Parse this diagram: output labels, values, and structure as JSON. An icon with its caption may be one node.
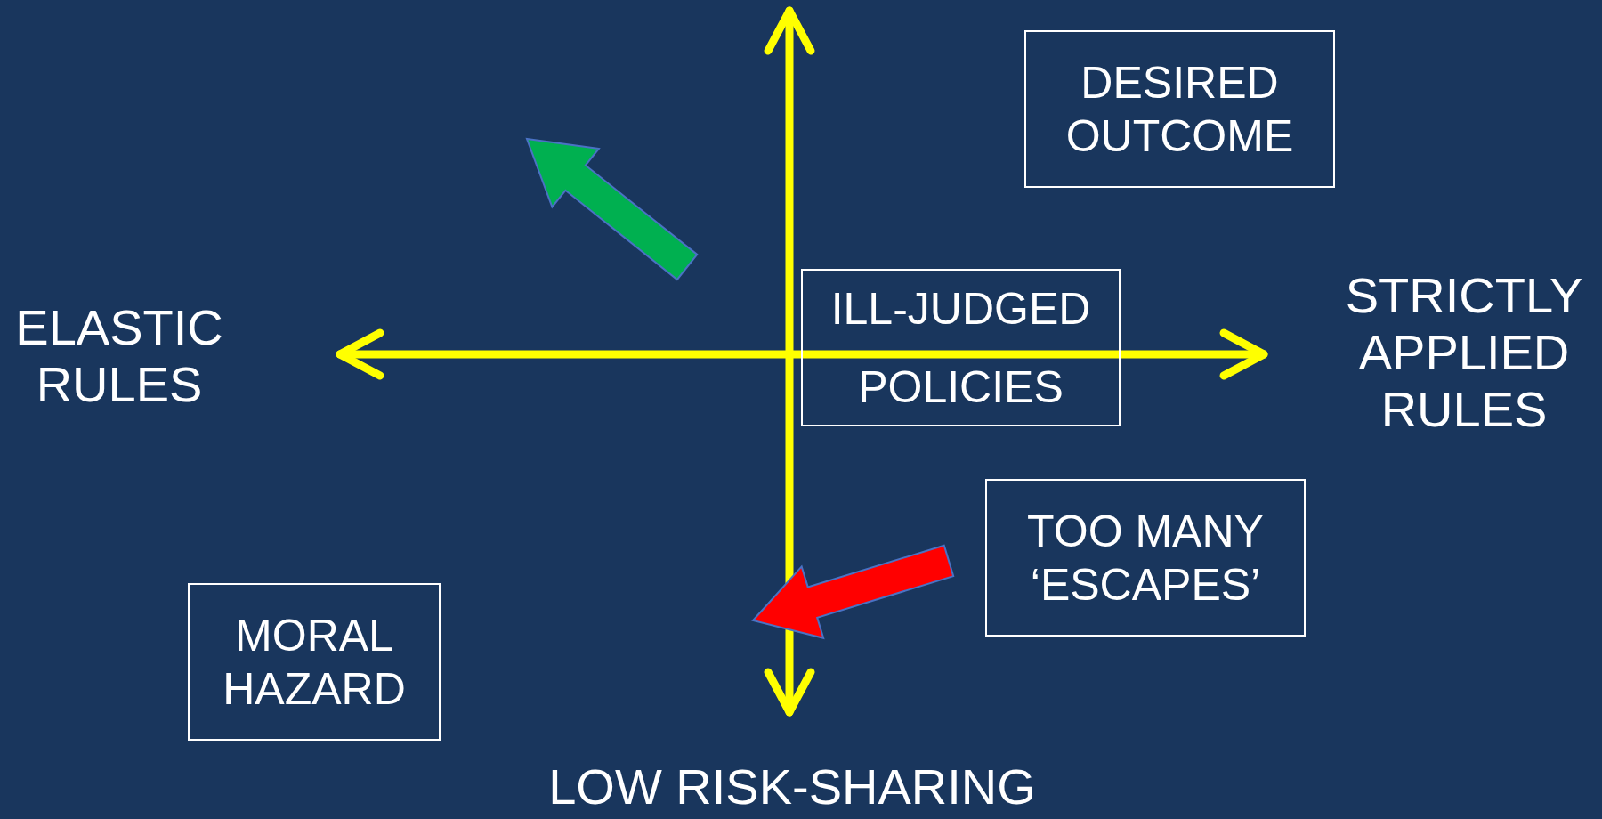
{
  "diagram": {
    "nodes": [
      {
        "text": [
          "DESIRED OUTCOME"
        ]
      },
      {
        "text": [
          "ILL-JUDGED POLICIES"
        ]
      },
      {
        "text": [
          "TOO MANY ‘ESCAPES’"
        ]
      },
      {
        "text": [
          "MORAL HAZARD"
        ]
      }
    ],
    "labels": [
      "ELASTIC RULES",
      "STRICTLY APPLIED RULES",
      "LOW RISK-SHARING"
    ]
  }
}
